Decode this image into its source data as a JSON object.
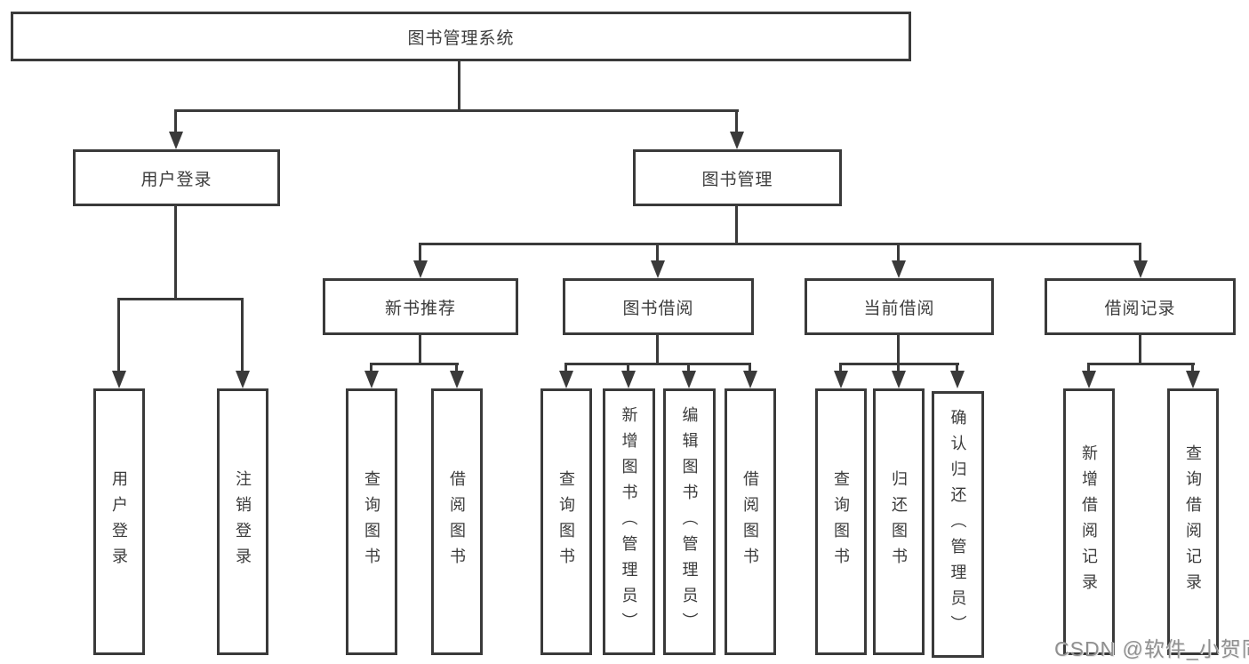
{
  "tree": {
    "label": "图书管理系统",
    "children": [
      {
        "label": "用户登录",
        "children": [
          {
            "label": "用户登录"
          },
          {
            "label": "注销登录"
          }
        ]
      },
      {
        "label": "图书管理",
        "children": [
          {
            "label": "新书推荐",
            "children": [
              {
                "label": "查询图书"
              },
              {
                "label": "借阅图书"
              }
            ]
          },
          {
            "label": "图书借阅",
            "children": [
              {
                "label": "查询图书"
              },
              {
                "label": "新增图书（管理员）"
              },
              {
                "label": "编辑图书（管理员）"
              },
              {
                "label": "借阅图书"
              }
            ]
          },
          {
            "label": "当前借阅",
            "children": [
              {
                "label": "查询图书"
              },
              {
                "label": "归还图书"
              },
              {
                "label": "确认归还（管理员）"
              }
            ]
          },
          {
            "label": "借阅记录",
            "children": [
              {
                "label": "新增借阅记录"
              },
              {
                "label": "查询借阅记录"
              }
            ]
          }
        ]
      }
    ]
  },
  "watermark": {
    "text": "CSDN @软件_小贺同学"
  },
  "colors": {
    "line": "#3a3a3a",
    "text": "#3c3c3c",
    "watermark": "#909090",
    "background": "#ffffff"
  }
}
